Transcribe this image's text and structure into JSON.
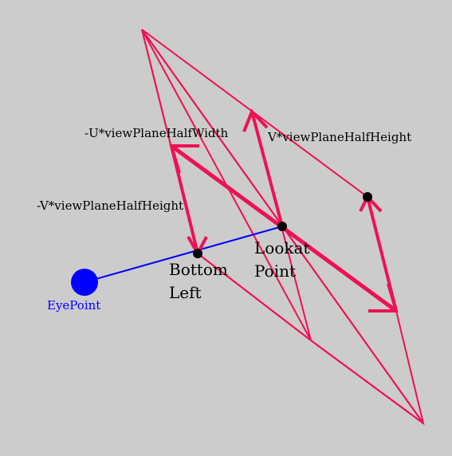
{
  "colors": {
    "background": "#cccccc",
    "plane": "#ee1155",
    "eye_ray": "#0000ff",
    "eye_point": "#0000ff",
    "marker": "#000000",
    "text": "#000000"
  },
  "labels": {
    "neg_u_half_width": "-U*viewPlaneHalfWidth",
    "v_half_height": "V*viewPlaneHalfHeight",
    "neg_v_half_height": "-V*viewPlaneHalfHeight",
    "bottom_left_line1": "Bottom",
    "bottom_left_line2": "Left",
    "lookat_line1": "Lookat",
    "lookat_line2": "Point",
    "eye_point": "EyePoint"
  }
}
